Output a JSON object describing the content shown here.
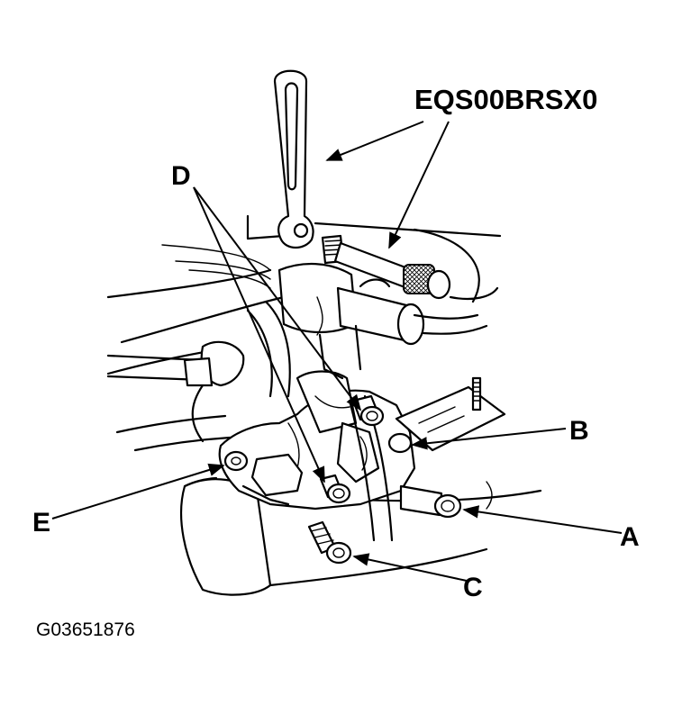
{
  "labels": {
    "tool": "EQS00BRSX0",
    "d": "D",
    "b": "B",
    "e": "E",
    "a": "A",
    "c": "C"
  },
  "figure_id": "G03651876"
}
